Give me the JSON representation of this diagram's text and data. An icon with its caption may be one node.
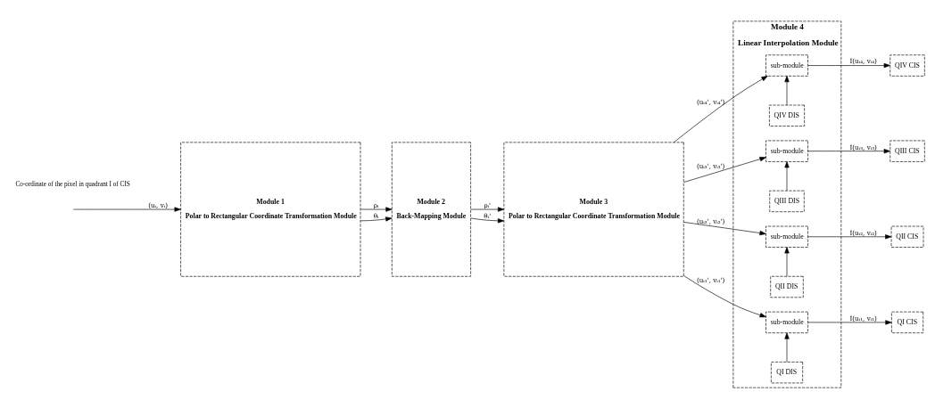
{
  "diagram": {
    "nodes": [
      {
        "text": [
          "Module 1",
          "Polar to Rectangular Coordinate Transformation Module"
        ]
      },
      {
        "text": [
          "Module 2",
          "Back-Mapping Module"
        ]
      },
      {
        "text": [
          "Module 3",
          "Polar to Rectangular Coordinate Transformation Module"
        ]
      },
      {
        "text": [
          "Module 4",
          "Linear Interpolation Module"
        ]
      },
      {
        "text": [
          "sub-module"
        ],
        "in": 3
      },
      {
        "text": [
          "QIV DIS"
        ],
        "in": 3
      },
      {
        "text": [
          "sub-module"
        ],
        "in": 3
      },
      {
        "text": [
          "QIII DIS"
        ],
        "in": 3
      },
      {
        "text": [
          "QII DIS"
        ],
        "in": 3
      },
      {
        "text": [
          "sub-module"
        ],
        "in": 3
      },
      {
        "text": [
          "QI DIS"
        ],
        "in": 3
      },
      {
        "text": [
          "sub-module"
        ],
        "in": 3
      },
      {
        "text": [
          "QIV CIS"
        ]
      },
      {
        "text": [
          "QIII CIS"
        ]
      },
      {
        "text": [
          "QII CIS"
        ]
      },
      {
        "text": [
          "QI CIS"
        ]
      }
    ],
    "edges": [
      {
        "from": null,
        "to": 0,
        "arrow": "to",
        "label": "(uᵢ, vᵢ)"
      },
      {
        "from": 0,
        "to": 1,
        "arrow": "to",
        "label": "ρᵢ"
      },
      {
        "from": 0,
        "to": 1,
        "arrow": "to",
        "label": "θᵢ"
      },
      {
        "from": 1,
        "to": 2,
        "arrow": "to",
        "label": "ρᵢ'"
      },
      {
        "from": 1,
        "to": 2,
        "arrow": "to",
        "label": "θᵢ'"
      },
      {
        "from": 2,
        "to": 4,
        "arrow": "to",
        "label": "(uᵢ₄', vᵢ₄')"
      },
      {
        "from": 2,
        "to": 6,
        "arrow": "to",
        "label": "(uᵢ₃', vᵢ₃')"
      },
      {
        "from": 2,
        "to": 9,
        "arrow": "to",
        "label": "(uᵢ₂', vᵢ₂')"
      },
      {
        "from": 2,
        "to": 11,
        "arrow": "to",
        "label": "(uᵢ₁', vᵢ₁')"
      },
      {
        "from": 5,
        "to": 4,
        "arrow": "to"
      },
      {
        "from": 7,
        "to": 6,
        "arrow": "to"
      },
      {
        "from": 8,
        "to": 9,
        "arrow": "to"
      },
      {
        "from": 10,
        "to": 11,
        "arrow": "to"
      },
      {
        "from": 4,
        "to": 12,
        "arrow": "to",
        "label": "I(uᵢ₄, vᵢ₄)"
      },
      {
        "from": 6,
        "to": 13,
        "arrow": "to",
        "label": "I(uᵢ₃, vᵢ₃)"
      },
      {
        "from": 9,
        "to": 14,
        "arrow": "to",
        "label": "I(uᵢ₂, vᵢ₂)"
      },
      {
        "from": 11,
        "to": 15,
        "arrow": "to",
        "label": "I(uᵢ₁, vᵢ₁)"
      }
    ],
    "labels": [
      "Co-ordinate of the pixel in quadrant I of CIS"
    ]
  }
}
